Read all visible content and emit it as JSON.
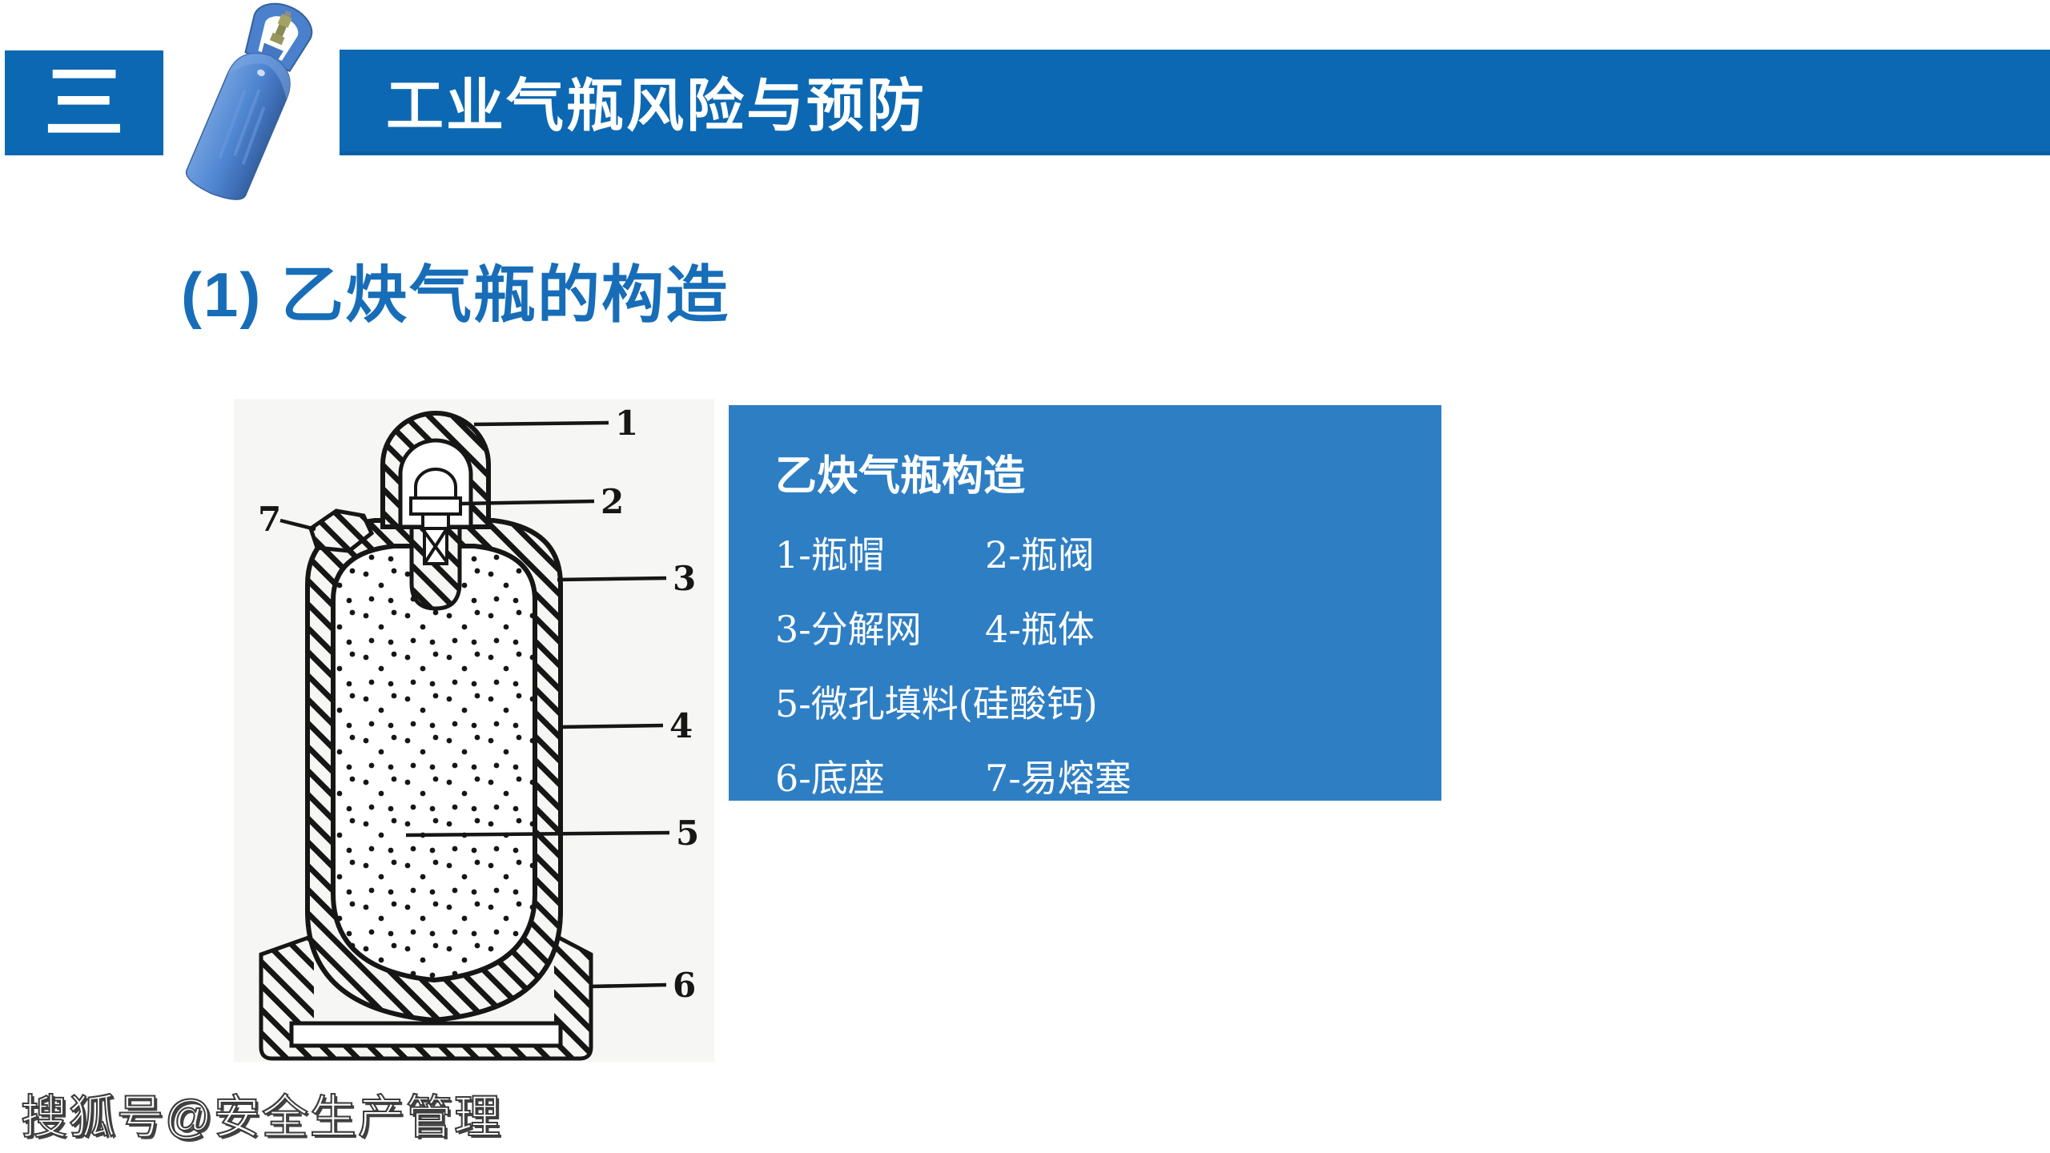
{
  "menu": {
    "glyph": "三"
  },
  "header": {
    "title": "工业气瓶风险与预防"
  },
  "section": {
    "title": "(1) 乙炔气瓶的构造"
  },
  "diagram": {
    "labels": [
      "1",
      "2",
      "3",
      "4",
      "5",
      "6",
      "7"
    ]
  },
  "info_box": {
    "title": "乙炔气瓶构造",
    "rows": [
      {
        "left": "1-瓶帽",
        "right": "2-瓶阀"
      },
      {
        "left": "3-分解网",
        "right": "4-瓶体"
      },
      {
        "left": "5-微孔填料(硅酸钙)",
        "right": ""
      },
      {
        "left": "6-底座",
        "right": "7-易熔塞"
      }
    ]
  },
  "watermark": {
    "text": "搜狐号@安全生产管理"
  },
  "colors": {
    "primary_blue": "#0c68b2",
    "info_box_blue": "#2e7ec4",
    "section_title_blue": "#176db8",
    "diagram_background": "#f6f6f4",
    "diagram_line": "#161616",
    "cylinder_photo_blue": "#5187d2",
    "watermark_outline": "#3c3c3c"
  }
}
